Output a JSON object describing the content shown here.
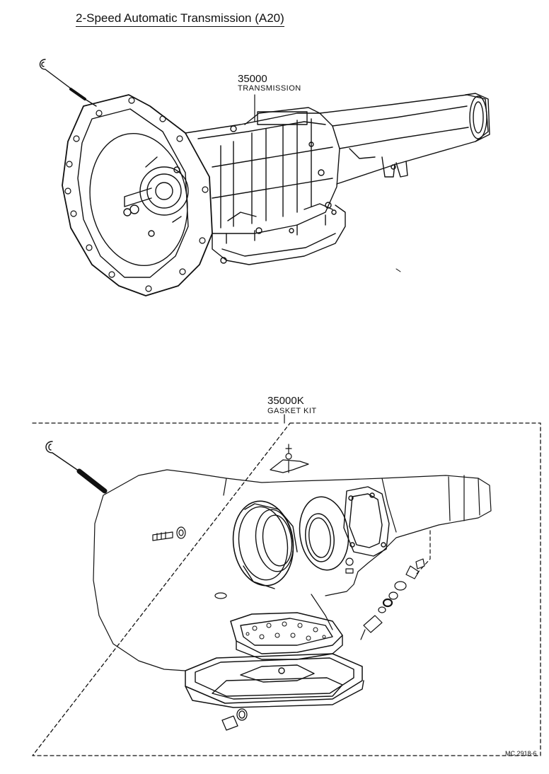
{
  "title": "2-Speed Automatic Transmission (A20)",
  "parts": [
    {
      "number": "35000",
      "name": "TRANSMISSION"
    },
    {
      "number": "35000K",
      "name": "GASKET KIT"
    }
  ],
  "figure_code": "MC 2918-6"
}
